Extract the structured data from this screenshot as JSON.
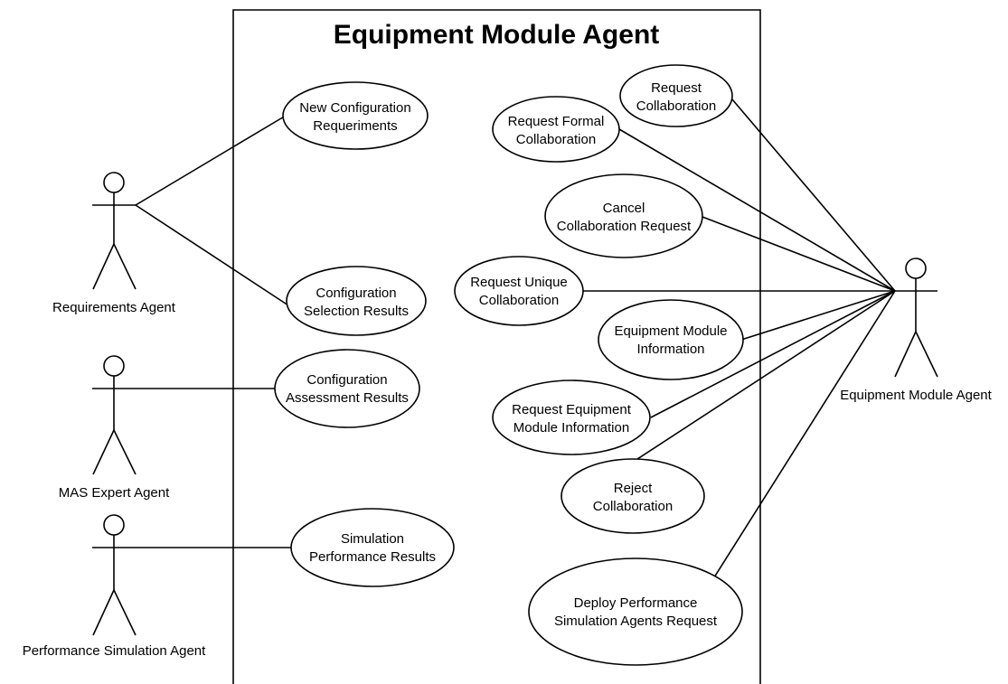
{
  "system": {
    "title": "Equipment Module Agent"
  },
  "actors": {
    "requirements": "Requirements Agent",
    "mas_expert": "MAS Expert Agent",
    "performance_sim": "Performance Simulation Agent",
    "equipment_module": "Equipment Module Agent"
  },
  "use_cases": {
    "new_config": [
      "New Configuration",
      "Requeriments"
    ],
    "config_selection": [
      "Configuration",
      "Selection Results"
    ],
    "config_assessment": [
      "Configuration",
      "Assessment Results"
    ],
    "simulation_perf": [
      "Simulation",
      "Performance Results"
    ],
    "request_collab": [
      "Request",
      "Collaboration"
    ],
    "request_formal": [
      "Request Formal",
      "Collaboration"
    ],
    "cancel_collab": [
      "Cancel",
      "Collaboration Request"
    ],
    "request_unique": [
      "Request Unique",
      "Collaboration"
    ],
    "equip_info": [
      "Equipment Module",
      "Information"
    ],
    "request_equip_info": [
      "Request Equipment",
      "Module Information"
    ],
    "reject_collab": [
      "Reject",
      "Collaboration"
    ],
    "deploy_perf": [
      "Deploy Performance",
      "Simulation Agents Request"
    ]
  }
}
